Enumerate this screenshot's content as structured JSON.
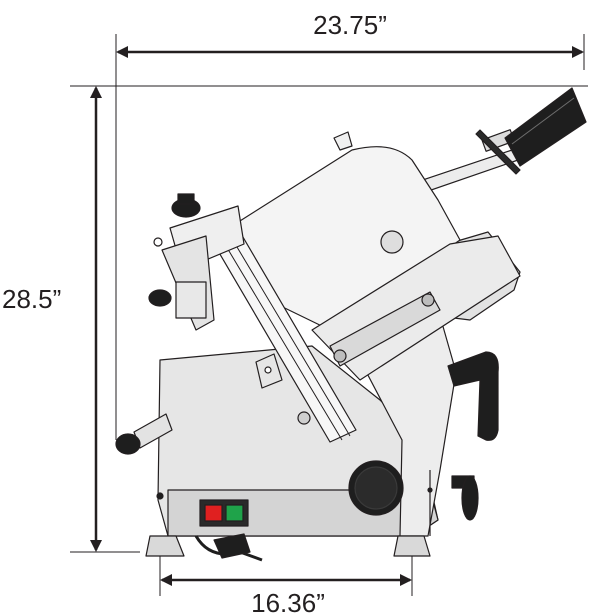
{
  "dimensions": {
    "width": "23.75”",
    "height": "28.5”",
    "base_depth": "16.36”"
  },
  "colors": {
    "line": "#231f20",
    "metal_light": "#f4f4f4",
    "metal_mid": "#dedede",
    "metal_dark": "#bdbdbd",
    "knob": "#1e1e1e",
    "switch_red": "#e02020",
    "switch_green": "#1fa34a",
    "switch_housing": "#2a2a2a"
  },
  "icons": [
    "meat-slicer-illustration",
    "dimension-arrow"
  ]
}
